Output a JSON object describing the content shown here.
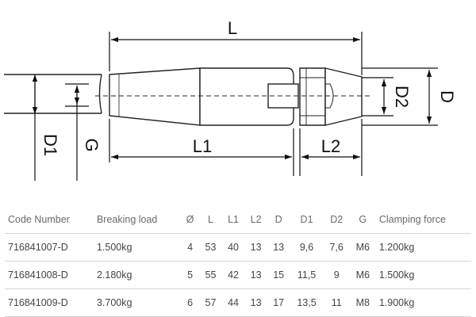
{
  "drawing": {
    "labels": {
      "L": "L",
      "L1": "L1",
      "L2": "L2",
      "D": "D",
      "D2": "D2",
      "D1": "D1",
      "G": "G"
    }
  },
  "table": {
    "headers": [
      "Code Number",
      "Breaking load",
      "Ø",
      "L",
      "L1",
      "L2",
      "D",
      "D1",
      "D2",
      "G",
      "Clamping force"
    ],
    "rows": [
      [
        "716841007-D",
        "1.500kg",
        "4",
        "53",
        "40",
        "13",
        "13",
        "9,6",
        "7,6",
        "M6",
        "1.200kg"
      ],
      [
        "716841008-D",
        "2.180kg",
        "5",
        "55",
        "42",
        "13",
        "15",
        "11,5",
        "9",
        "M6",
        "1.500kg"
      ],
      [
        "716841009-D",
        "3.700kg",
        "6",
        "57",
        "44",
        "13",
        "17",
        "13,5",
        "11",
        "M8",
        "1.900kg"
      ]
    ]
  }
}
